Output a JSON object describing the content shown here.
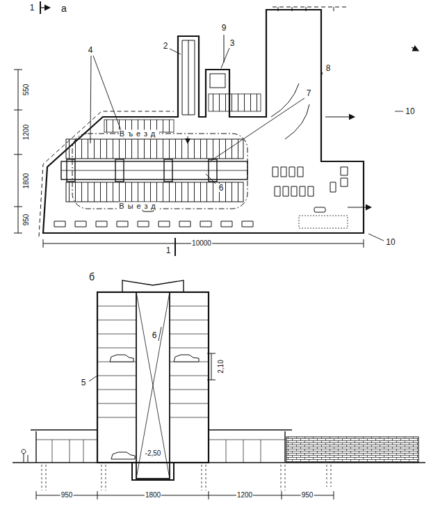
{
  "diagram": {
    "labels": [
      "а",
      "1",
      "2",
      "9",
      "3",
      "8",
      "4",
      "7",
      "550",
      "1200",
      "1800",
      "950",
      "10",
      "Въезд",
      "Выезд",
      "6",
      "10",
      "1",
      "10000",
      "б",
      "6",
      "5",
      "2,10",
      "-2,50",
      "950",
      "1800",
      "1200",
      "950"
    ]
  }
}
